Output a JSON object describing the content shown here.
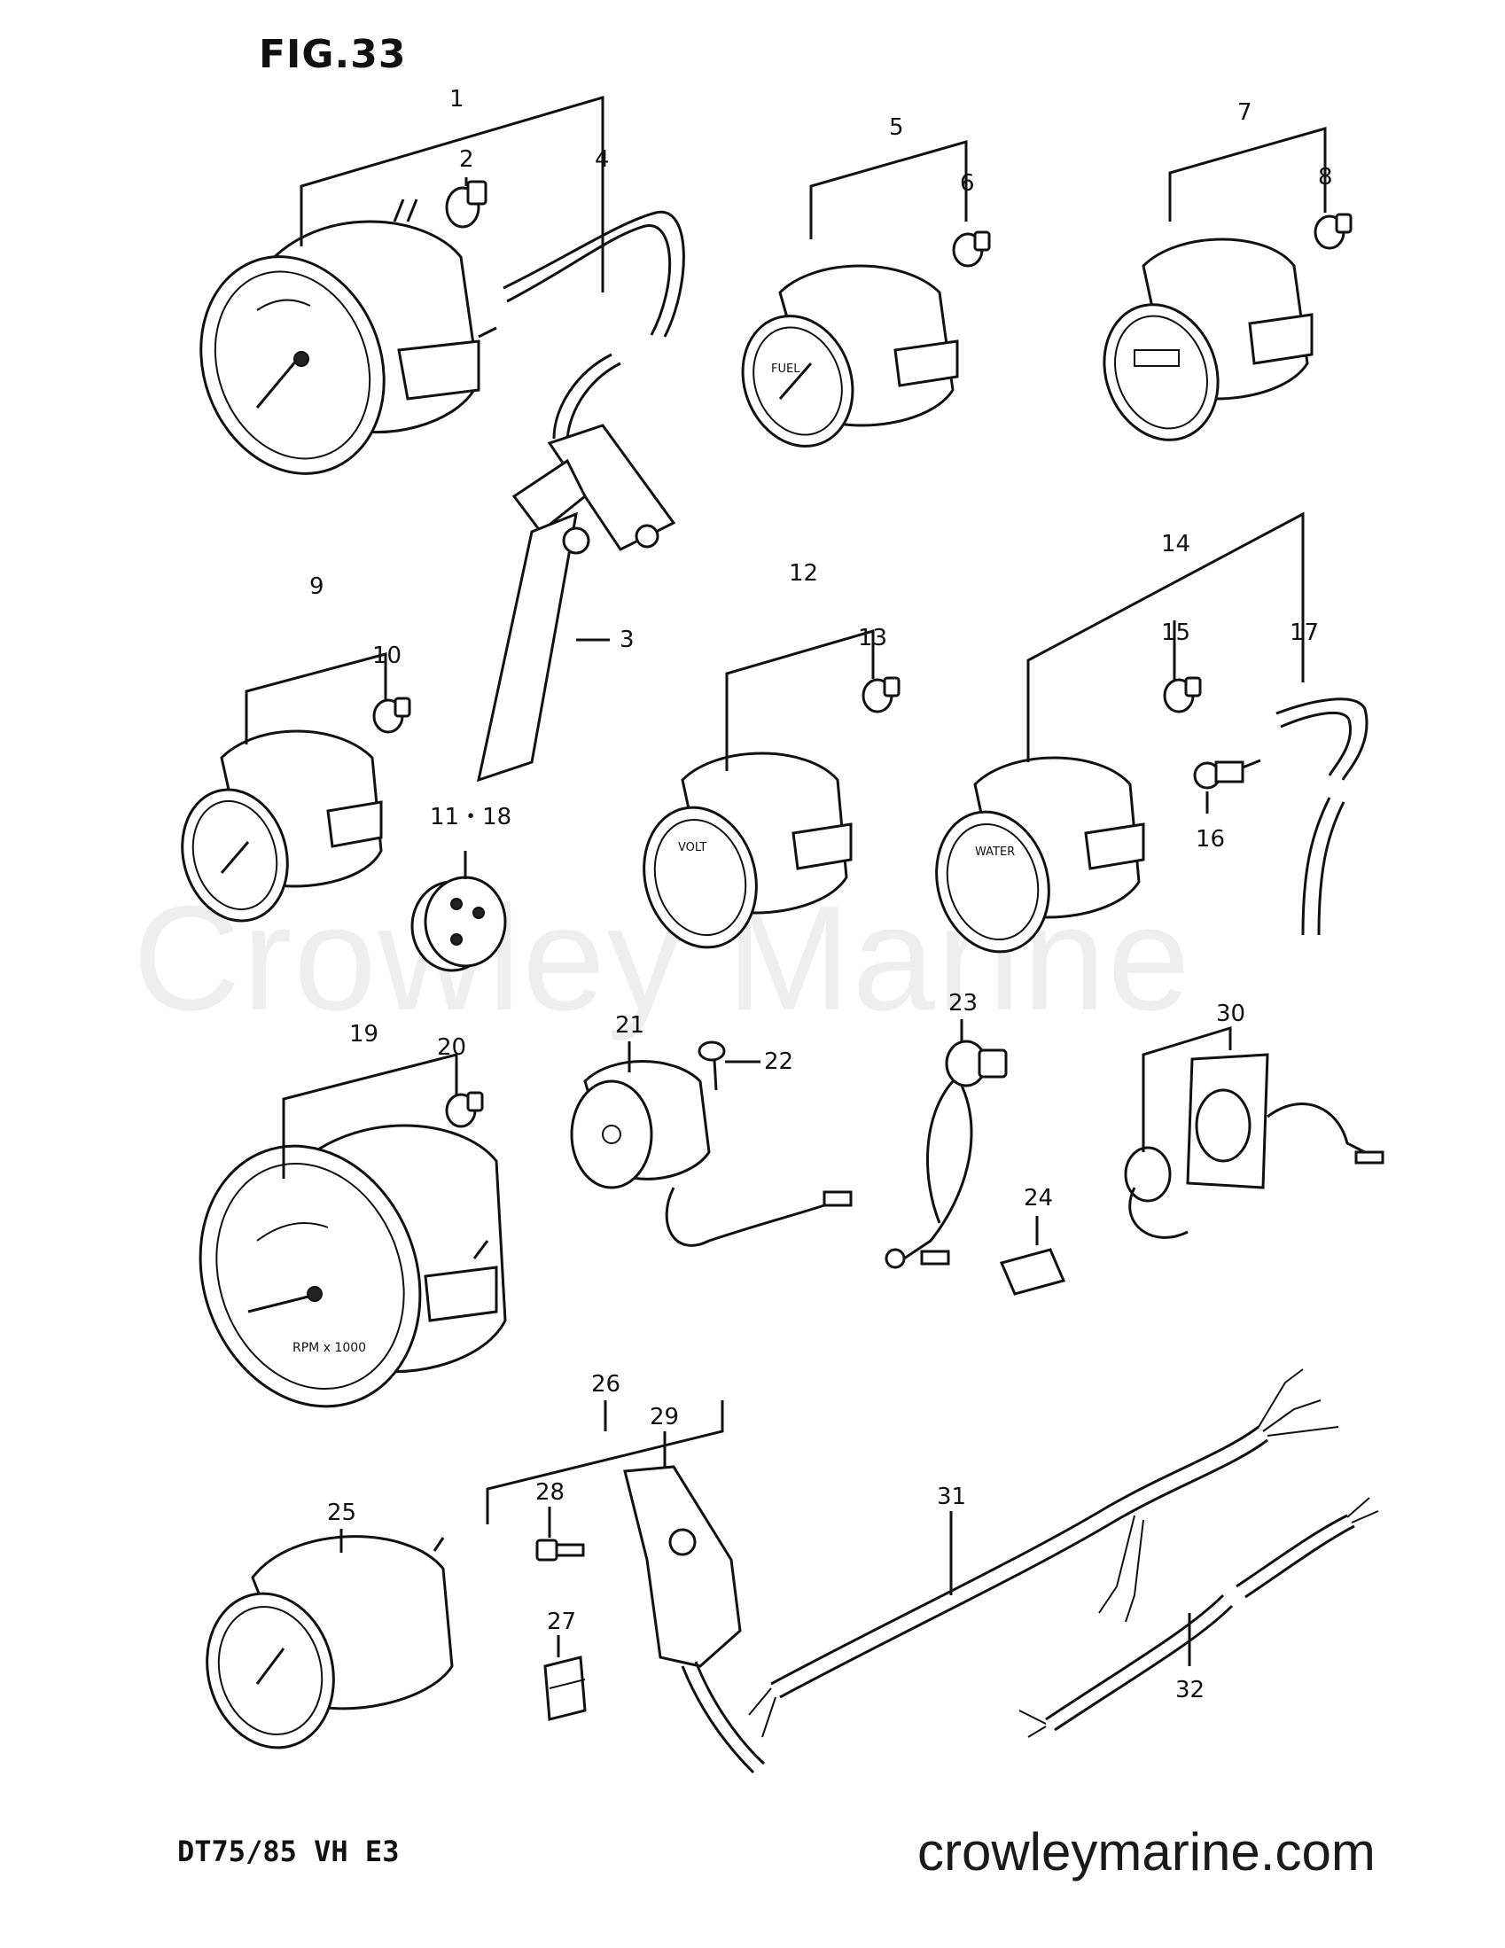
{
  "figure_title": "FIG.33",
  "model_label": "DT75/85 VH E3",
  "watermark": "Crowley Marine",
  "site_label": "crowleymarine.com",
  "callouts": [
    {
      "id": "c1",
      "label": "1"
    },
    {
      "id": "c2",
      "label": "2"
    },
    {
      "id": "c3",
      "label": "3"
    },
    {
      "id": "c4",
      "label": "4"
    },
    {
      "id": "c5",
      "label": "5"
    },
    {
      "id": "c6",
      "label": "6"
    },
    {
      "id": "c7",
      "label": "7"
    },
    {
      "id": "c8",
      "label": "8"
    },
    {
      "id": "c9",
      "label": "9"
    },
    {
      "id": "c10",
      "label": "10"
    },
    {
      "id": "c11",
      "label": "11・18"
    },
    {
      "id": "c12",
      "label": "12"
    },
    {
      "id": "c13",
      "label": "13"
    },
    {
      "id": "c14",
      "label": "14"
    },
    {
      "id": "c15",
      "label": "15"
    },
    {
      "id": "c16",
      "label": "16"
    },
    {
      "id": "c17",
      "label": "17"
    },
    {
      "id": "c19",
      "label": "19"
    },
    {
      "id": "c20",
      "label": "20"
    },
    {
      "id": "c21",
      "label": "21"
    },
    {
      "id": "c22",
      "label": "22"
    },
    {
      "id": "c23",
      "label": "23"
    },
    {
      "id": "c24",
      "label": "24"
    },
    {
      "id": "c25",
      "label": "25"
    },
    {
      "id": "c26",
      "label": "26"
    },
    {
      "id": "c27",
      "label": "27"
    },
    {
      "id": "c28",
      "label": "28"
    },
    {
      "id": "c29",
      "label": "29"
    },
    {
      "id": "c30",
      "label": "30"
    },
    {
      "id": "c31",
      "label": "31"
    },
    {
      "id": "c32",
      "label": "32"
    }
  ],
  "gauge_face_text": {
    "fuel": "FUEL",
    "volt": "VOLT",
    "water": "WATER",
    "tach_units": "RPM x 1000"
  }
}
